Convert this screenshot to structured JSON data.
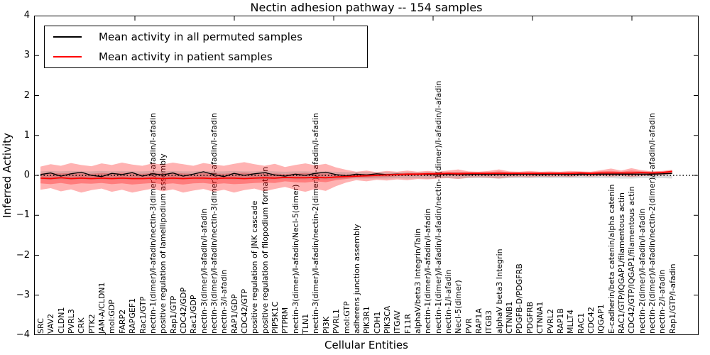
{
  "title": "Nectin adhesion pathway -- 154 samples",
  "axes": {
    "x_label": "Cellular Entities",
    "y_label": "Inferred Activity",
    "y_ticks": [
      "4",
      "3",
      "2",
      "1",
      "0",
      "−1",
      "−2",
      "−3",
      "−4"
    ],
    "y_range": [
      -4,
      4
    ]
  },
  "legend": {
    "entries": [
      {
        "label": "Mean activity in all permuted samples",
        "color": "#000000"
      },
      {
        "label": "Mean activity in patient samples",
        "color": "#ff0000"
      }
    ]
  },
  "colors": {
    "patient_line": "#ff0000",
    "permuted_line": "#000000",
    "patient_band": "rgba(255,0,0,0.30)",
    "permuted_band": "rgba(130,130,130,0.28)",
    "zero_line": "#000000",
    "frame": "#000000"
  },
  "chart_data": {
    "type": "line",
    "title": "Nectin adhesion pathway -- 154 samples",
    "xlabel": "Cellular Entities",
    "ylabel": "Inferred Activity",
    "ylim": [
      -4,
      4
    ],
    "grid": false,
    "legend_position": "upper left",
    "categories": [
      "SRC",
      "VAV2",
      "CLDN1",
      "PVRL3",
      "CRK",
      "PTK2",
      "JAM-A/CLDN1",
      "mol:GDP",
      "FARP2",
      "RAPGEF1",
      "Rac1/GTP",
      "nectin-1(dimer)/I-afadin/nectin-3(dimer)/I-afadin/I-afadin",
      "positive regulation of lamellipodium assembly",
      "Rap1/GTP",
      "CDC42/GDP",
      "Rac1/GDP",
      "nectin-3(dimer)/I-afadin/I-afadin",
      "nectin-3(dimer)/I-afadin/nectin-3(dimer)/I-afadin/I-afadin",
      "nectin-3/I-afadin",
      "RAP1/GDP",
      "CDC42/GTP",
      "positive regulation of JNK cascade",
      "positive regulation of filopodium formation",
      "PIP5K1C",
      "PTPRM",
      "nectin-3(dimer)/I-afadin/Necl-5(dimer)",
      "TLN1",
      "nectin-3(dimer)/I-afadin/nectin-2(dimer)/I-afadin/I-afadin",
      "PI3K",
      "PVRL1",
      "mol:GTP",
      "adherens junction assembly",
      "PIK3R1",
      "CDH1",
      "PIK3CA",
      "ITGAV",
      "F11R",
      "alphaV/beta3 Integrin/Talin",
      "nectin-1(dimer)/I-afadin/I-afadin",
      "nectin-1(dimer)/I-afadin/I-afadin/nectin-1(dimer)/I-afadin/I-afadin",
      "nectin-1/I-afadin",
      "Necl-5(dimer)",
      "PVR",
      "RAP1A",
      "ITGB3",
      "alphaV beta3 Integrin",
      "CTNNB1",
      "PDGFB-D/PDGFRB",
      "PDGFRB",
      "CTNNA1",
      "PVRL2",
      "RAP1B",
      "MLLT4",
      "RAC1",
      "CDC42",
      "IQGAP1",
      "E-cadherin/beta catenin/alpha catenin",
      "RAC1/GTP/IQGAP1/filamentous actin",
      "CDC42/GTP/IQGAP1/filamentous actin",
      "nectin-2(dimer)/I-afadin/I-afadin",
      "nectin-2(dimer)/I-afadin/nectin-2(dimer)/I-afadin/I-afadin",
      "nectin-2/I-afadin",
      "Rap1/GTP/I-afadin"
    ],
    "series": [
      {
        "name": "Mean activity in all permuted samples",
        "style": "line",
        "color": "#000000",
        "values": [
          0.02,
          0.06,
          -0.02,
          0.04,
          0.08,
          0.0,
          -0.03,
          0.05,
          0.02,
          0.07,
          -0.02,
          0.04,
          0.01,
          0.06,
          -0.02,
          0.03,
          0.09,
          0.02,
          -0.03,
          0.05,
          0.0,
          0.04,
          0.07,
          0.01,
          -0.02,
          0.03,
          0.0,
          0.05,
          0.08,
          0.02,
          -0.01,
          0.03,
          0.01,
          0.04,
          0.02,
          0.03,
          0.02,
          0.03,
          0.02,
          0.02,
          0.03,
          0.02,
          0.02,
          0.03,
          0.02,
          0.03,
          0.02,
          0.03,
          0.03,
          0.02,
          0.03,
          0.03,
          0.02,
          0.03,
          0.03,
          0.03,
          0.03,
          0.03,
          0.03,
          0.03,
          0.03,
          0.04,
          0.05
        ]
      },
      {
        "name": "Mean activity in patient samples",
        "style": "line",
        "color": "#ff0000",
        "values": [
          -0.07,
          -0.08,
          -0.06,
          -0.08,
          -0.07,
          -0.08,
          -0.07,
          -0.08,
          -0.07,
          -0.08,
          -0.08,
          -0.07,
          -0.08,
          -0.07,
          -0.08,
          -0.07,
          -0.07,
          -0.08,
          -0.07,
          -0.07,
          -0.08,
          -0.07,
          -0.06,
          -0.07,
          -0.05,
          -0.06,
          -0.06,
          -0.05,
          -0.06,
          -0.04,
          -0.03,
          -0.02,
          -0.01,
          0.0,
          0.01,
          0.02,
          0.03,
          0.03,
          0.04,
          0.04,
          0.05,
          0.04,
          0.05,
          0.05,
          0.05,
          0.05,
          0.05,
          0.05,
          0.05,
          0.05,
          0.05,
          0.05,
          0.05,
          0.06,
          0.05,
          0.06,
          0.06,
          0.06,
          0.06,
          0.07,
          0.06,
          0.07,
          0.1
        ]
      },
      {
        "name": "patient band outer",
        "style": "band",
        "color": "rgba(255,0,0,0.30)",
        "upper": [
          0.22,
          0.28,
          0.24,
          0.31,
          0.26,
          0.23,
          0.3,
          0.26,
          0.32,
          0.27,
          0.24,
          0.3,
          0.27,
          0.32,
          0.28,
          0.24,
          0.31,
          0.27,
          0.24,
          0.29,
          0.33,
          0.28,
          0.24,
          0.29,
          0.21,
          0.26,
          0.3,
          0.25,
          0.29,
          0.2,
          0.14,
          0.09,
          0.12,
          0.08,
          0.11,
          0.09,
          0.12,
          0.09,
          0.11,
          0.09,
          0.12,
          0.15,
          0.1,
          0.09,
          0.11,
          0.15,
          0.1,
          0.09,
          0.11,
          0.09,
          0.1,
          0.09,
          0.11,
          0.1,
          0.09,
          0.13,
          0.17,
          0.12,
          0.18,
          0.13,
          0.1,
          0.11,
          0.14
        ],
        "lower": [
          -0.36,
          -0.32,
          -0.4,
          -0.35,
          -0.43,
          -0.37,
          -0.33,
          -0.41,
          -0.36,
          -0.43,
          -0.38,
          -0.33,
          -0.4,
          -0.35,
          -0.43,
          -0.38,
          -0.34,
          -0.41,
          -0.36,
          -0.43,
          -0.37,
          -0.33,
          -0.4,
          -0.34,
          -0.29,
          -0.36,
          -0.41,
          -0.34,
          -0.39,
          -0.27,
          -0.18,
          -0.12,
          -0.15,
          -0.11,
          -0.13,
          -0.1,
          -0.12,
          -0.09,
          -0.1,
          -0.08,
          -0.07,
          -0.09,
          -0.06,
          -0.05,
          -0.06,
          -0.08,
          -0.05,
          -0.04,
          -0.05,
          -0.03,
          -0.04,
          -0.03,
          -0.04,
          -0.02,
          -0.03,
          -0.02,
          -0.03,
          -0.02,
          -0.04,
          -0.02,
          -0.01,
          0.0,
          0.04
        ]
      },
      {
        "name": "patient band inner",
        "style": "band",
        "color": "rgba(255,0,0,0.30)",
        "upper": [
          0.05,
          0.06,
          0.05,
          0.06,
          0.05,
          0.04,
          0.06,
          0.05,
          0.07,
          0.05,
          0.04,
          0.06,
          0.05,
          0.07,
          0.05,
          0.04,
          0.06,
          0.05,
          0.04,
          0.06,
          0.07,
          0.05,
          0.04,
          0.05,
          0.03,
          0.05,
          0.06,
          0.04,
          0.05,
          0.03,
          0.02,
          0.02,
          0.03,
          0.02,
          0.04,
          0.05,
          0.06,
          0.06,
          0.07,
          0.07,
          0.08,
          0.09,
          0.08,
          0.08,
          0.08,
          0.1,
          0.08,
          0.08,
          0.08,
          0.08,
          0.08,
          0.08,
          0.08,
          0.09,
          0.08,
          0.1,
          0.11,
          0.09,
          0.12,
          0.1,
          0.09,
          0.1,
          0.12
        ],
        "lower": [
          -0.2,
          -0.22,
          -0.19,
          -0.23,
          -0.2,
          -0.21,
          -0.19,
          -0.22,
          -0.2,
          -0.23,
          -0.21,
          -0.19,
          -0.22,
          -0.2,
          -0.23,
          -0.2,
          -0.19,
          -0.22,
          -0.2,
          -0.22,
          -0.21,
          -0.19,
          -0.18,
          -0.19,
          -0.15,
          -0.17,
          -0.18,
          -0.15,
          -0.17,
          -0.12,
          -0.09,
          -0.06,
          -0.06,
          -0.05,
          -0.04,
          -0.02,
          -0.01,
          0.0,
          0.01,
          0.01,
          0.02,
          0.01,
          0.02,
          0.02,
          0.02,
          0.01,
          0.02,
          0.02,
          0.02,
          0.02,
          0.02,
          0.02,
          0.02,
          0.03,
          0.02,
          0.03,
          0.03,
          0.03,
          0.02,
          0.04,
          0.03,
          0.04,
          0.07
        ]
      },
      {
        "name": "permuted band",
        "style": "band",
        "color": "rgba(130,130,130,0.28)",
        "upper": [
          0.1,
          0.11,
          0.1,
          0.11,
          0.1,
          0.1,
          0.11,
          0.1,
          0.11,
          0.1,
          0.1,
          0.11,
          0.1,
          0.11,
          0.1,
          0.1,
          0.11,
          0.1,
          0.1,
          0.11,
          0.1,
          0.1,
          0.11,
          0.1,
          0.09,
          0.1,
          0.1,
          0.09,
          0.1,
          0.09,
          0.08,
          0.08,
          0.08,
          0.08,
          0.08,
          0.07,
          0.08,
          0.07,
          0.08,
          0.07,
          0.07,
          0.08,
          0.07,
          0.07,
          0.07,
          0.08,
          0.07,
          0.07,
          0.07,
          0.07,
          0.07,
          0.07,
          0.07,
          0.07,
          0.07,
          0.07,
          0.07,
          0.08,
          0.08,
          0.07,
          0.07,
          0.07,
          0.08
        ],
        "lower": [
          -0.1,
          -0.11,
          -0.1,
          -0.11,
          -0.1,
          -0.1,
          -0.11,
          -0.1,
          -0.11,
          -0.1,
          -0.1,
          -0.11,
          -0.1,
          -0.11,
          -0.1,
          -0.1,
          -0.11,
          -0.1,
          -0.1,
          -0.11,
          -0.1,
          -0.1,
          -0.11,
          -0.1,
          -0.09,
          -0.1,
          -0.1,
          -0.09,
          -0.1,
          -0.09,
          -0.08,
          -0.08,
          -0.08,
          -0.08,
          -0.08,
          -0.07,
          -0.08,
          -0.07,
          -0.08,
          -0.07,
          -0.07,
          -0.08,
          -0.07,
          -0.07,
          -0.07,
          -0.08,
          -0.07,
          -0.07,
          -0.07,
          -0.07,
          -0.07,
          -0.07,
          -0.07,
          -0.07,
          -0.07,
          -0.07,
          -0.07,
          -0.08,
          -0.08,
          -0.07,
          -0.07,
          -0.07,
          -0.08
        ]
      }
    ],
    "zero_line_y": 0
  }
}
